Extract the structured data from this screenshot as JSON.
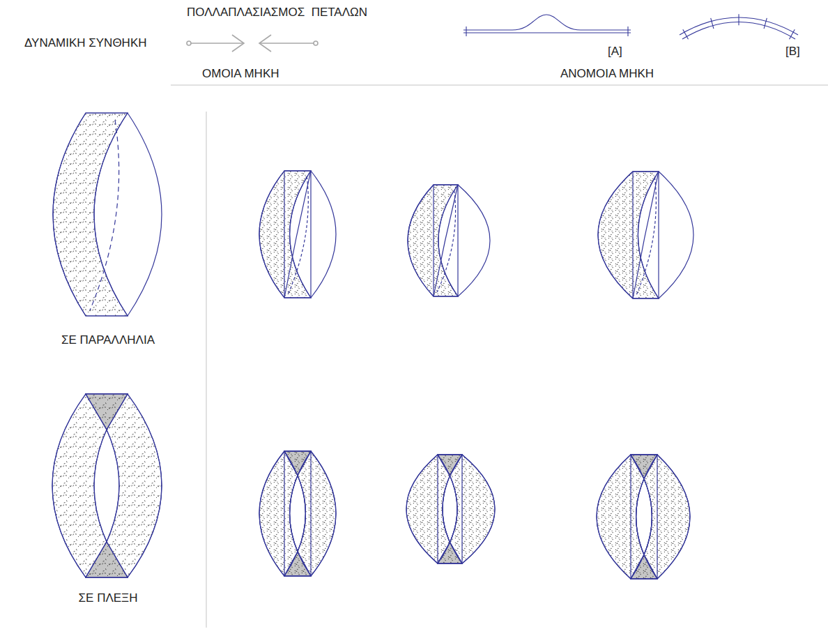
{
  "diagram": {
    "title": "ΠΟΛΛΑΠΛΑΣΙΑΣΜΟΣ  ΠΕΤΑΛΩΝ",
    "labels": [
      "ΔΥΝΑΜΙΚΗ ΣΥΝΘΗΚΗ",
      "ΟΜΟΙΑ ΜΗΚΗ",
      "ΑΝΟΜΟΙΑ ΜΗΚΗ",
      "[A]",
      "[B]",
      "ΣΕ ΠΑΡΑΛΛΗΛΙΑ",
      "ΣΕ ΠΛΕΞΗ"
    ]
  }
}
